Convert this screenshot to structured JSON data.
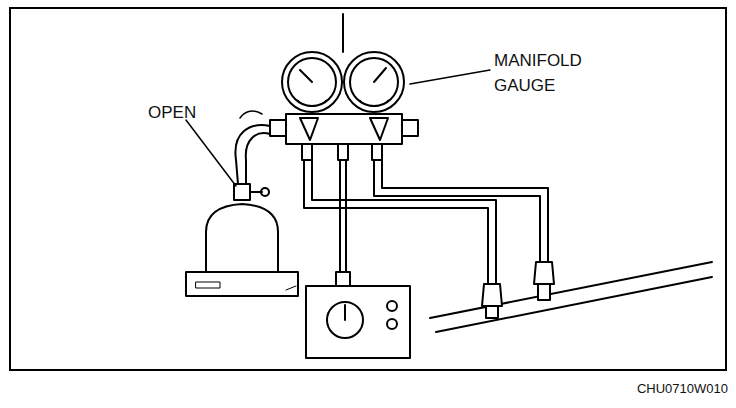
{
  "diagram": {
    "labels": [
      "OPEN",
      "MANIFOLD GAUGE",
      "CHU0710W010"
    ]
  }
}
